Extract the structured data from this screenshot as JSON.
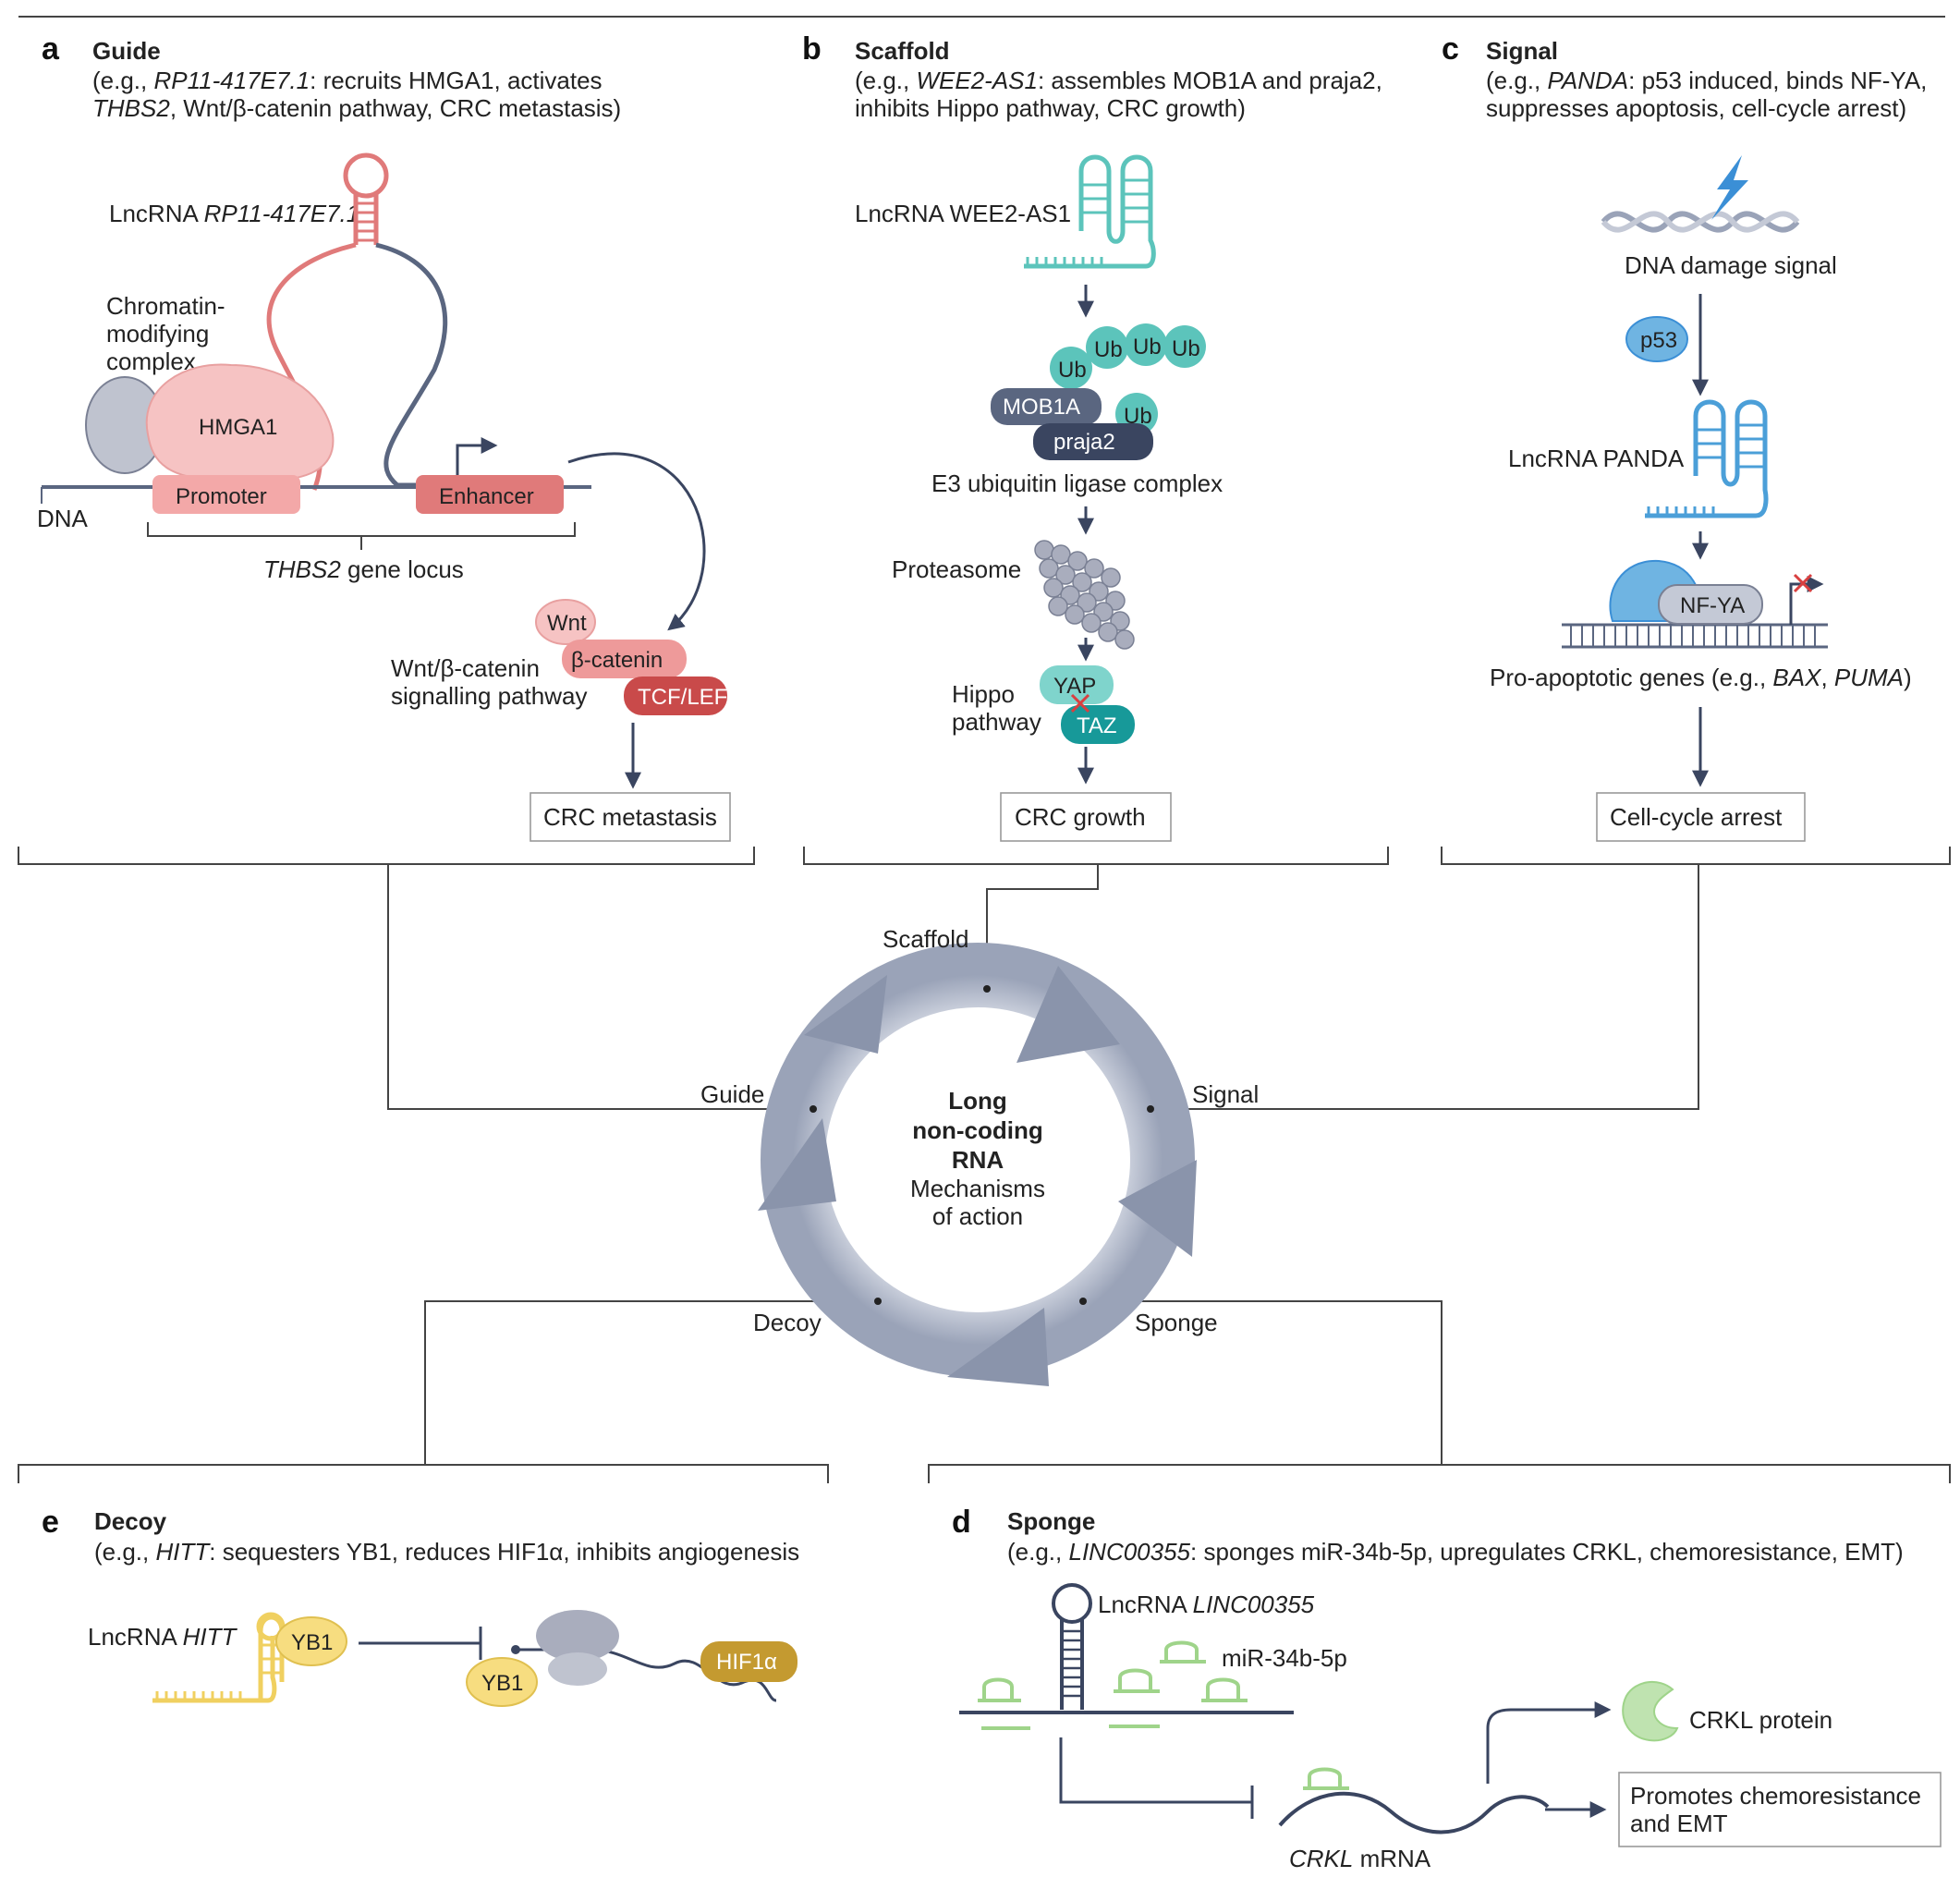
{
  "panel_a": {
    "letter": "a",
    "title": "Guide",
    "desc1_prefix": "(e.g., ",
    "desc1_gene": "RP11-417E7.1",
    "desc1_rest": ": recruits HMGA1, activates",
    "desc2_gene": "THBS2",
    "desc2_rest": ", Wnt/β-catenin pathway, CRC metastasis)",
    "lnc_prefix": "LncRNA ",
    "lnc_name": "RP11-417E7.1",
    "chromatin_1": "Chromatin-",
    "chromatin_2": "modifying",
    "chromatin_3": "complex",
    "hmga1": "HMGA1",
    "promoter": "Promoter",
    "enhancer": "Enhancer",
    "dna": "DNA",
    "locus_gene": "THBS2",
    "locus_rest": " gene locus",
    "wnt": "Wnt",
    "bcatenin": "β-catenin",
    "tcf": "TCF/LEF",
    "pathway_1": "Wnt/β-catenin",
    "pathway_2": "signalling pathway",
    "outcome": "CRC metastasis"
  },
  "panel_b": {
    "letter": "b",
    "title": "Scaffold",
    "desc1_prefix": "(e.g., ",
    "desc1_gene": "WEE2-AS1",
    "desc1_rest": ": assembles MOB1A and praja2,",
    "desc2": "inhibits Hippo pathway, CRC growth)",
    "lnc": "LncRNA WEE2-AS1",
    "ub": "Ub",
    "mob1a": "MOB1A",
    "praja2": "praja2",
    "e3": "E3 ubiquitin ligase complex",
    "proteasome": "Proteasome",
    "hippo_1": "Hippo",
    "hippo_2": "pathway",
    "yap": "YAP",
    "taz": "TAZ",
    "outcome": "CRC growth"
  },
  "panel_c": {
    "letter": "c",
    "title": "Signal",
    "desc1_prefix": "(e.g., ",
    "desc1_gene": "PANDA",
    "desc1_rest": ": p53 induced, binds NF-YA,",
    "desc2": "suppresses apoptosis, cell-cycle arrest)",
    "dna_damage": "DNA damage signal",
    "p53": "p53",
    "lnc": "LncRNA PANDA",
    "nfya": "NF-YA",
    "genes_prefix": "Pro-apoptotic genes (e.g., ",
    "gene1": "BAX",
    "genes_sep": ", ",
    "gene2": "PUMA",
    "genes_suffix": ")",
    "outcome": "Cell-cycle arrest"
  },
  "panel_d": {
    "letter": "d",
    "title": "Sponge",
    "desc_prefix": "(e.g., ",
    "desc_gene": "LINC00355",
    "desc_rest": ": sponges miR-34b-5p, upregulates CRKL, chemoresistance, EMT)",
    "lnc_prefix": "LncRNA ",
    "lnc_name": "LINC00355",
    "mir": "miR-34b-5p",
    "crkl_protein": "CRKL protein",
    "outcome_1": "Promotes chemoresistance",
    "outcome_2": "and EMT",
    "mrna_gene": "CRKL",
    "mrna_rest": " mRNA"
  },
  "panel_e": {
    "letter": "e",
    "title": "Decoy",
    "desc_prefix": "(e.g., ",
    "desc_gene": "HITT",
    "desc_rest": ": sequesters YB1, reduces HIF1α, inhibits angiogenesis",
    "lnc_prefix": "LncRNA ",
    "lnc_name": "HITT",
    "yb1": "YB1",
    "hif1a": "HIF1α"
  },
  "center": {
    "line1": "Long",
    "line2": "non-coding",
    "line3": "RNA",
    "line4": "Mechanisms",
    "line5": "of action",
    "scaffold": "Scaffold",
    "guide": "Guide",
    "signal": "Signal",
    "decoy": "Decoy",
    "sponge": "Sponge"
  },
  "colors": {
    "guide_red": "#e07a7a",
    "scaffold_teal": "#5cc4bb",
    "signal_blue": "#4b9fd8",
    "sponge_green": "#9fd48a",
    "decoy_yellow": "#f0d060",
    "dark_navy": "#3a4560",
    "cycle_grey": "#8a94ab"
  }
}
